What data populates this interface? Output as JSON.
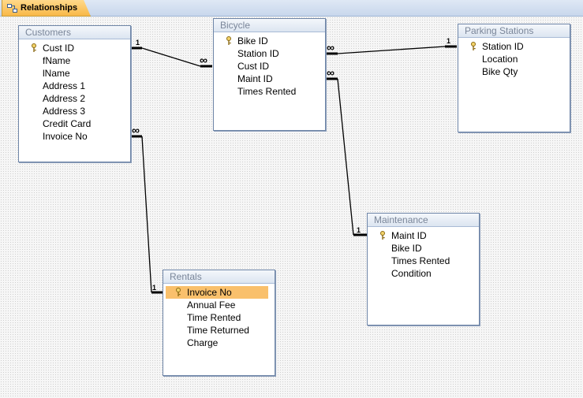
{
  "tab": {
    "label": "Relationships",
    "icon": "relationships-icon"
  },
  "tables": {
    "customers": {
      "title": "Customers",
      "fields": [
        "Cust ID",
        "fName",
        "lName",
        "Address 1",
        "Address 2",
        "Address 3",
        "Credit Card",
        "Invoice No"
      ],
      "key_index": 0
    },
    "bicycle": {
      "title": "Bicycle",
      "fields": [
        "Bike ID",
        "Station ID",
        "Cust ID",
        "Maint ID",
        "Times Rented"
      ],
      "key_index": 0
    },
    "parking": {
      "title": "Parking Stations",
      "fields": [
        "Station ID",
        "Location",
        "Bike Qty"
      ],
      "key_index": 0
    },
    "maintenance": {
      "title": "Maintenance",
      "fields": [
        "Maint ID",
        "Bike ID",
        "Times Rented",
        "Condition"
      ],
      "key_index": 0
    },
    "rentals": {
      "title": "Rentals",
      "fields": [
        "Invoice No",
        "Annual Fee",
        "Time Rented",
        "Time Returned",
        "Charge"
      ],
      "key_index": 0,
      "selected_index": 0
    }
  },
  "relationships": [
    {
      "from": "customers.Cust ID",
      "to": "bicycle.Cust ID",
      "from_card": "1",
      "to_card": "∞"
    },
    {
      "from": "parking.Station ID",
      "to": "bicycle.Station ID",
      "from_card": "1",
      "to_card": "∞"
    },
    {
      "from": "maintenance.Maint ID",
      "to": "bicycle.Maint ID",
      "from_card": "1",
      "to_card": "∞"
    },
    {
      "from": "rentals.Invoice No",
      "to": "customers.Invoice No",
      "from_card": "1",
      "to_card": "∞"
    }
  ],
  "colors": {
    "selected": "#f9c06c",
    "line": "#000000",
    "title_text": "#7a8699"
  }
}
